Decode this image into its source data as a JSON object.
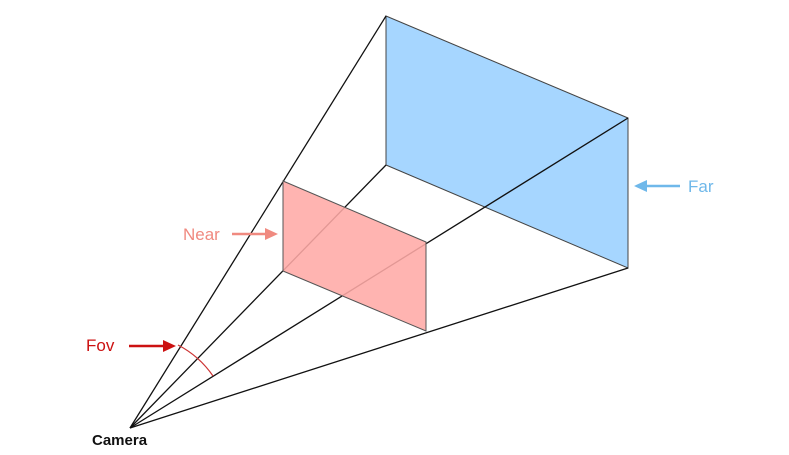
{
  "labels": {
    "camera": "Camera",
    "fov": "Fov",
    "near": "Near",
    "far": "Far"
  },
  "colors": {
    "near_fill": "#ffaaa6",
    "far_fill": "#a6d6ff",
    "fov": "#cc1111",
    "near_text": "#f08a80",
    "far_text": "#6fb8ea",
    "line": "#111111"
  }
}
